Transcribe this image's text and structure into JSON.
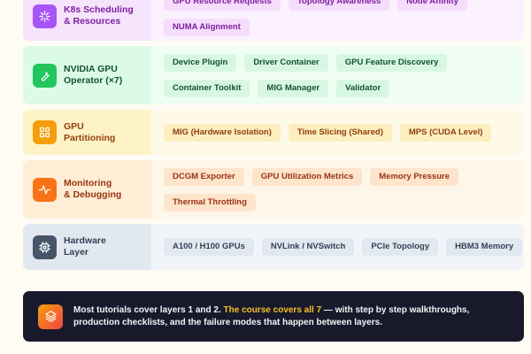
{
  "layers": [
    {
      "title": "K8s Scheduling\n& Resources",
      "icon": "sparkle-icon",
      "colors": {
        "left": "#f6e4fd",
        "right": "#fcf1fe",
        "chip": "#f5ddfb",
        "text": "#7e1f9e",
        "icon": "#a855f7"
      },
      "chips": [
        "GPU Resource Requests",
        "Topology Awareness",
        "Node Affinity",
        "NUMA Alignment"
      ]
    },
    {
      "title": "NVIDIA GPU\nOperator (×7)",
      "icon": "wrench-icon",
      "colors": {
        "left": "#dcfbe6",
        "right": "#effdf3",
        "chip": "#d8f7e2",
        "text": "#14532d",
        "icon": "#22c55e"
      },
      "chips": [
        "Device Plugin",
        "Driver Container",
        "GPU Feature Discovery",
        "Container Toolkit",
        "MIG Manager",
        "Validator"
      ]
    },
    {
      "title": "GPU\nPartitioning",
      "icon": "grid-icon",
      "colors": {
        "left": "#fef3c7",
        "right": "#fffae8",
        "chip": "#fdeebf",
        "text": "#92400e",
        "icon": "#f59e0b"
      },
      "chips": [
        "MIG (Hardware Isolation)",
        "Time Slicing (Shared)",
        "MPS (CUDA Level)"
      ]
    },
    {
      "title": "Monitoring\n& Debugging",
      "icon": "activity-icon",
      "colors": {
        "left": "#ffedd5",
        "right": "#fff6ea",
        "chip": "#fde4cb",
        "text": "#9a3412",
        "icon": "#f97316"
      },
      "chips": [
        "DCGM Exporter",
        "GPU Utilization Metrics",
        "Memory Pressure",
        "Thermal Throttling"
      ]
    },
    {
      "title": "Hardware\nLayer",
      "icon": "chip-icon",
      "colors": {
        "left": "#e2e8f0",
        "right": "#f1f5f9",
        "chip": "#e2e8f0",
        "text": "#334155",
        "icon": "#475569"
      },
      "chips": [
        "A100 / H100 GPUs",
        "NVLink / NVSwitch",
        "PCIe Topology",
        "HBM3 Memory"
      ]
    }
  ],
  "banner": {
    "icon": "layers-icon",
    "text_before": "Most tutorials cover layers 1 and 2. ",
    "highlight": "The course covers all 7",
    "text_after": " — with step by step walkthroughs, production checklists, and the failure modes that happen between layers.",
    "highlight_color": "#fbbf24"
  }
}
